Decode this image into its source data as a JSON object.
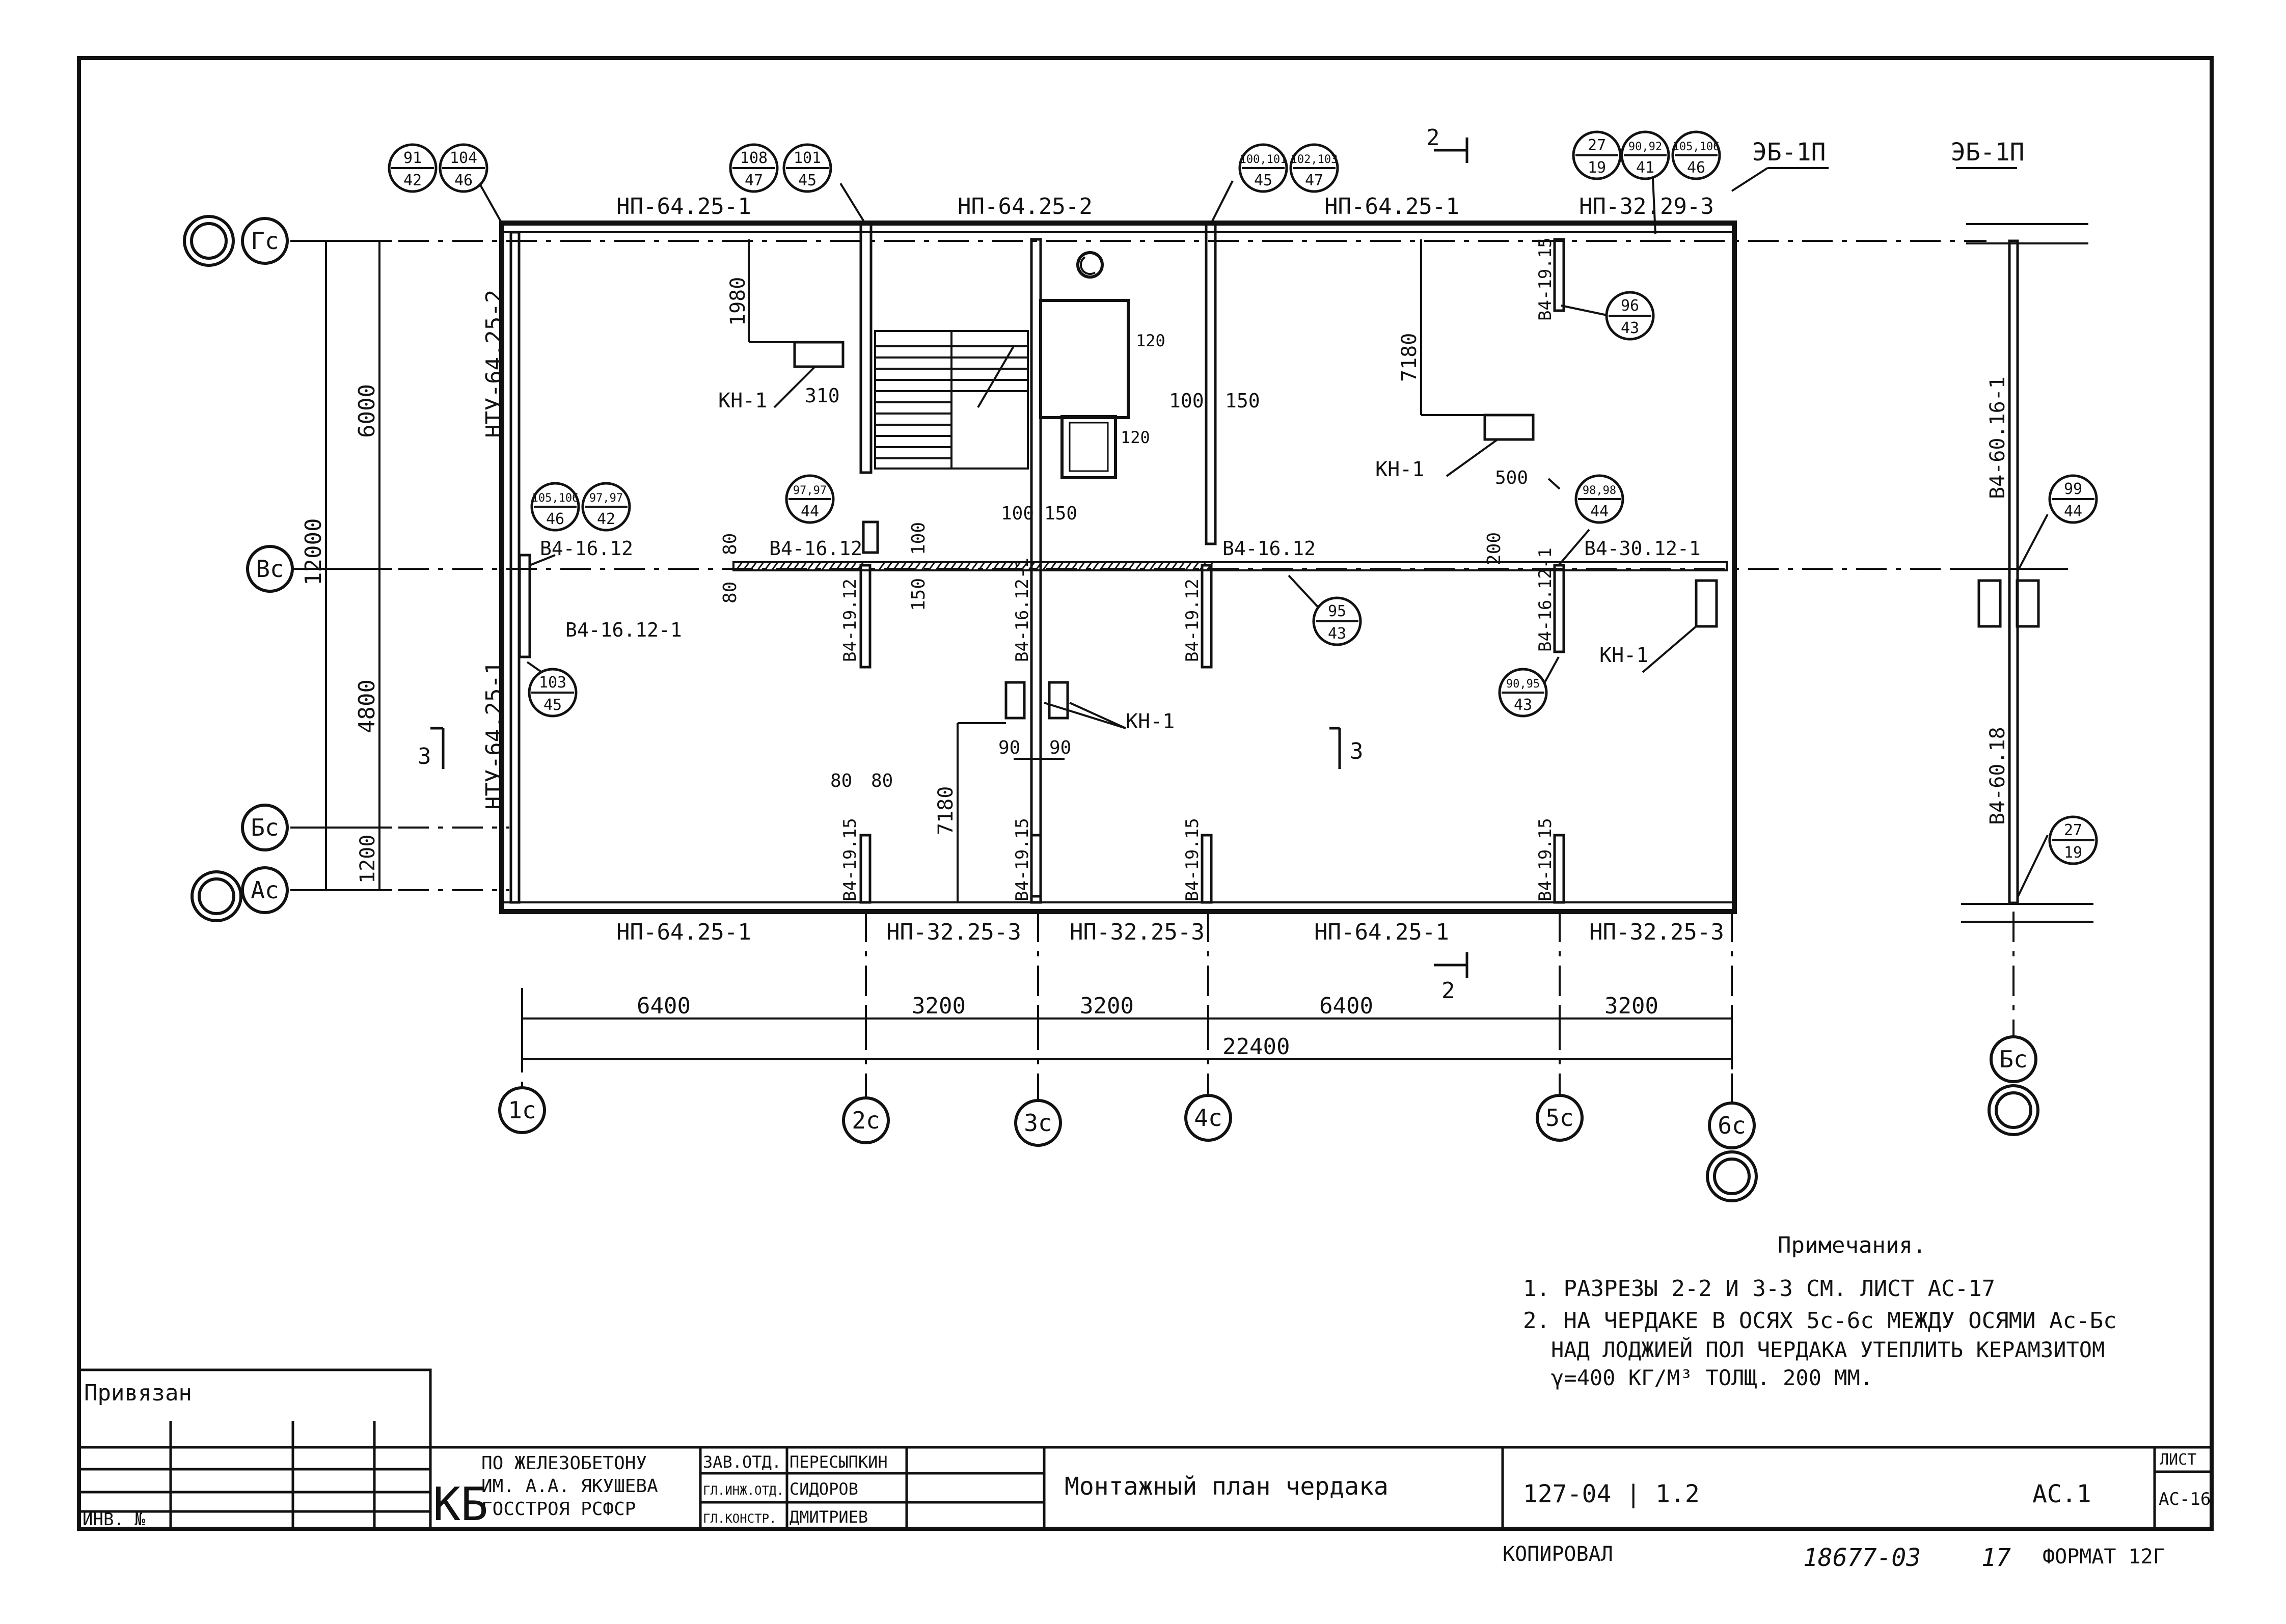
{
  "axes": {
    "rows": [
      {
        "id": "row-gc",
        "label": "Гс"
      },
      {
        "id": "row-vc",
        "label": "Вс"
      },
      {
        "id": "row-bc",
        "label": "Бс"
      },
      {
        "id": "row-ac",
        "label": "Ас"
      }
    ],
    "cols": [
      {
        "id": "col-1c",
        "label": "1с"
      },
      {
        "id": "col-2c",
        "label": "2с"
      },
      {
        "id": "col-3c",
        "label": "3с"
      },
      {
        "id": "col-4c",
        "label": "4с"
      },
      {
        "id": "col-5c",
        "label": "5с"
      },
      {
        "id": "col-6c",
        "label": "6с"
      }
    ],
    "side_axis": "Бс"
  },
  "dims": {
    "bottom": [
      "6400",
      "3200",
      "3200",
      "6400",
      "3200"
    ],
    "total": "22400",
    "left_total": "12000",
    "left": [
      "6000",
      "4800",
      "1200"
    ],
    "inner": {
      "d1980": "1980",
      "d310": "310",
      "d100a": "100",
      "d150a": "150",
      "d120a": "120",
      "d120b": "120",
      "d100b": "100",
      "d150b": "150",
      "d7180a": "7180",
      "d500": "500",
      "d200": "200",
      "d80a": "80",
      "d80b": "80",
      "d100c": "100",
      "d150c": "150",
      "d80c": "80",
      "d80d": "80",
      "d90a": "90",
      "d90b": "90",
      "d7180b": "7180"
    }
  },
  "panels": {
    "top": [
      "НП-64.25-1",
      "НП-64.25-2",
      "НП-64.25-1",
      "НП-32.29-3"
    ],
    "bottom": [
      "НП-64.25-1",
      "НП-32.25-3",
      "НП-32.25-3",
      "НП-64.25-1",
      "НП-32.25-3"
    ],
    "left": [
      "НТУ-64.25-2",
      "НТУ-64.25-1"
    ],
    "eb": [
      "ЭБ-1П",
      "ЭБ-1П"
    ],
    "walls": {
      "w1": "В4-16.12",
      "w2": "В4-16.12",
      "w3": "В4-16.12",
      "w4": "В4-30.12-1",
      "w5": "В4-16.12-1",
      "w6": "В4-19.12",
      "w7": "В4-16.12-1",
      "w8": "В4-19.12",
      "w9": "В4-16.12-1",
      "w10": "В4-19.15",
      "w11": "В4-19.15",
      "w12": "В4-19.15",
      "w13": "В4-19.15",
      "w14": "В4-19.15",
      "w15": "В4-60.16-1",
      "w16": "В4-60.18"
    },
    "kn": [
      "КН-1",
      "КН-1",
      "КН-1",
      "КН-1"
    ]
  },
  "callouts": [
    {
      "id": "c1",
      "top": "91",
      "bottom": "42"
    },
    {
      "id": "c2",
      "top": "104",
      "bottom": "46"
    },
    {
      "id": "c3",
      "top": "108",
      "bottom": "47"
    },
    {
      "id": "c4",
      "top": "101",
      "bottom": "45"
    },
    {
      "id": "c5",
      "top": "100,101",
      "bottom": "45"
    },
    {
      "id": "c6",
      "top": "102,103",
      "bottom": "47"
    },
    {
      "id": "c7",
      "top": "27",
      "bottom": "19"
    },
    {
      "id": "c8",
      "top": "90,92",
      "bottom": "41"
    },
    {
      "id": "c9",
      "top": "105,106",
      "bottom": "46"
    },
    {
      "id": "c10",
      "top": "96",
      "bottom": "43"
    },
    {
      "id": "c11",
      "top": "105,106",
      "bottom": "46"
    },
    {
      "id": "c12",
      "top": "97,97",
      "bottom": "42"
    },
    {
      "id": "c13",
      "top": "97,97",
      "bottom": "44"
    },
    {
      "id": "c14",
      "top": "103",
      "bottom": "45"
    },
    {
      "id": "c15",
      "top": "95",
      "bottom": "43"
    },
    {
      "id": "c16",
      "top": "98,98",
      "bottom": "44"
    },
    {
      "id": "c17",
      "top": "90,95",
      "bottom": "43"
    },
    {
      "id": "c18",
      "top": "99",
      "bottom": "44"
    },
    {
      "id": "c19",
      "top": "27",
      "bottom": "19"
    }
  ],
  "sections": {
    "s2top": "2",
    "s2bot": "2",
    "s3left": "3",
    "s3right": "3"
  },
  "notes": {
    "title": "Примечания.",
    "lines": [
      "1. РАЗРЕЗЫ    2-2 И 3-3 СМ. ЛИСТ АС-17",
      "2. НА ЧЕРДАКЕ В ОСЯХ 5с-6с МЕЖДУ ОСЯМИ Ас-Бс",
      "НАД ЛОДЖИЕЙ ПОЛ ЧЕРДАКА УТЕПЛИТЬ КЕРАМЗИТОМ",
      "γ=400 КГ/М³ ТОЛЩ. 200 ММ."
    ]
  },
  "title_block": {
    "privyazan": "Привязан",
    "inv": "ИНВ. №",
    "kb": "КБ",
    "org": [
      "ПО ЖЕЛЕЗОБЕТОНУ",
      "ИМ. А.А. ЯКУШЕВА",
      "ГОССТРОЯ РСФСР"
    ],
    "roles": [
      "ЗАВ.ОТД.",
      "ГЛ.ИНЖ.ОТД.",
      "ГЛ.КОНСТР."
    ],
    "names": [
      "ПЕРЕСЫПКИН",
      "СИДОРОВ",
      "ДМИТРИЕВ"
    ],
    "sheet_title": "Монтажный план чердака",
    "project": "127-04 | 1.2",
    "sheet_code": "АС.1",
    "list_label": "ЛИСТ",
    "list_value": "АС-16",
    "footer": [
      "КОПИРОВАЛ",
      "18677-03",
      "17",
      "ФОРМАТ 12Г"
    ]
  }
}
